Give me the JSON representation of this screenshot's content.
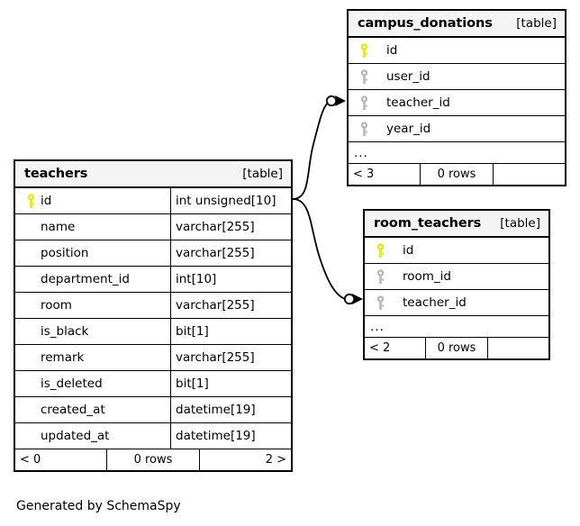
{
  "diagram": {
    "kind": "entity-relationship-diagram",
    "generator_caption": "Generated by SchemaSpy",
    "background_color": "#ffffff",
    "border_color": "#000000",
    "header_fill": "#f4f4f4",
    "primary_key_color": "#e8e800",
    "foreign_key_color": "#b0b0b0"
  },
  "tables": [
    {
      "id": "campus_donations",
      "name": "campus_donations",
      "tag": "[table]",
      "columns": [
        {
          "name": "id",
          "key": "primary"
        },
        {
          "name": "user_id",
          "key": "foreign"
        },
        {
          "name": "teacher_id",
          "key": "foreign"
        },
        {
          "name": "year_id",
          "key": "foreign"
        }
      ],
      "more_indicator": "...",
      "footer": {
        "parents": "< 3",
        "rows": "0 rows",
        "children": ""
      }
    },
    {
      "id": "teachers",
      "name": "teachers",
      "tag": "[table]",
      "columns": [
        {
          "name": "id",
          "type": "int unsigned[10]",
          "key": "primary"
        },
        {
          "name": "name",
          "type": "varchar[255]",
          "key": "none"
        },
        {
          "name": "position",
          "type": "varchar[255]",
          "key": "none"
        },
        {
          "name": "department_id",
          "type": "int[10]",
          "key": "none"
        },
        {
          "name": "room",
          "type": "varchar[255]",
          "key": "none"
        },
        {
          "name": "is_black",
          "type": "bit[1]",
          "key": "none"
        },
        {
          "name": "remark",
          "type": "varchar[255]",
          "key": "none"
        },
        {
          "name": "is_deleted",
          "type": "bit[1]",
          "key": "none"
        },
        {
          "name": "created_at",
          "type": "datetime[19]",
          "key": "none"
        },
        {
          "name": "updated_at",
          "type": "datetime[19]",
          "key": "none"
        }
      ],
      "footer": {
        "parents": "< 0",
        "rows": "0 rows",
        "children": "2 >"
      }
    },
    {
      "id": "room_teachers",
      "name": "room_teachers",
      "tag": "[table]",
      "columns": [
        {
          "name": "id",
          "key": "primary"
        },
        {
          "name": "room_id",
          "key": "foreign"
        },
        {
          "name": "teacher_id",
          "key": "foreign"
        }
      ],
      "more_indicator": "...",
      "footer": {
        "parents": "< 2",
        "rows": "0 rows",
        "children": ""
      }
    }
  ],
  "relationships": [
    {
      "from_table": "teachers",
      "from_column": "id",
      "to_table": "campus_donations",
      "to_column": "teacher_id"
    },
    {
      "from_table": "teachers",
      "from_column": "id",
      "to_table": "room_teachers",
      "to_column": "teacher_id"
    }
  ]
}
